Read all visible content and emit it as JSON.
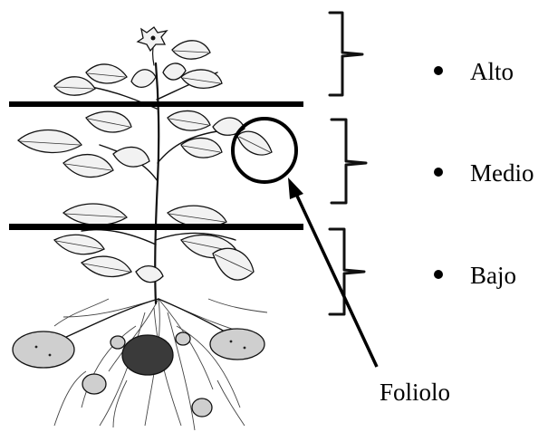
{
  "levels": [
    {
      "label": "Alto"
    },
    {
      "label": "Medio"
    },
    {
      "label": "Bajo"
    }
  ],
  "callout": {
    "label": "Foliolo"
  },
  "colors": {
    "ink": "#000000",
    "background": "#ffffff"
  }
}
